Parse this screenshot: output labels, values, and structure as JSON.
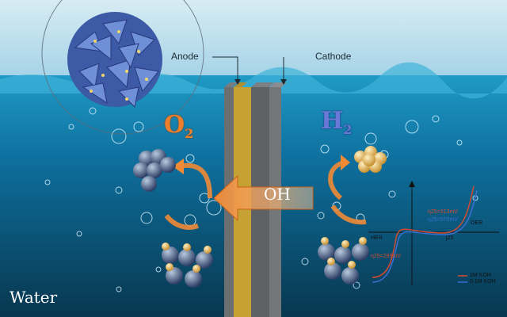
{
  "labels": {
    "anode": "Anode",
    "cathode": "Cathode",
    "oxygen_symbol": "O",
    "oxygen_subscript": "2",
    "hydrogen_symbol": "H",
    "hydrogen_subscript": "2",
    "hydroxide": "OH",
    "water": "Water"
  },
  "plot": {
    "oer_1m": "η25=313mV",
    "oer_01m": "η25=570mV",
    "oer": "OER",
    "j25": "j25",
    "her": "HER",
    "her_1m": "η25=289mV",
    "legend_1m": "1M KOH",
    "legend_01m": "0.1M KOH"
  },
  "colors": {
    "oxygen_label": "#f07f2b",
    "hydrogen_label": "#6a78d8",
    "arrow": "#f08a35",
    "membrane": "#c6a234",
    "curve_1m": "#d24b2e",
    "curve_01m": "#3b6fd0"
  }
}
